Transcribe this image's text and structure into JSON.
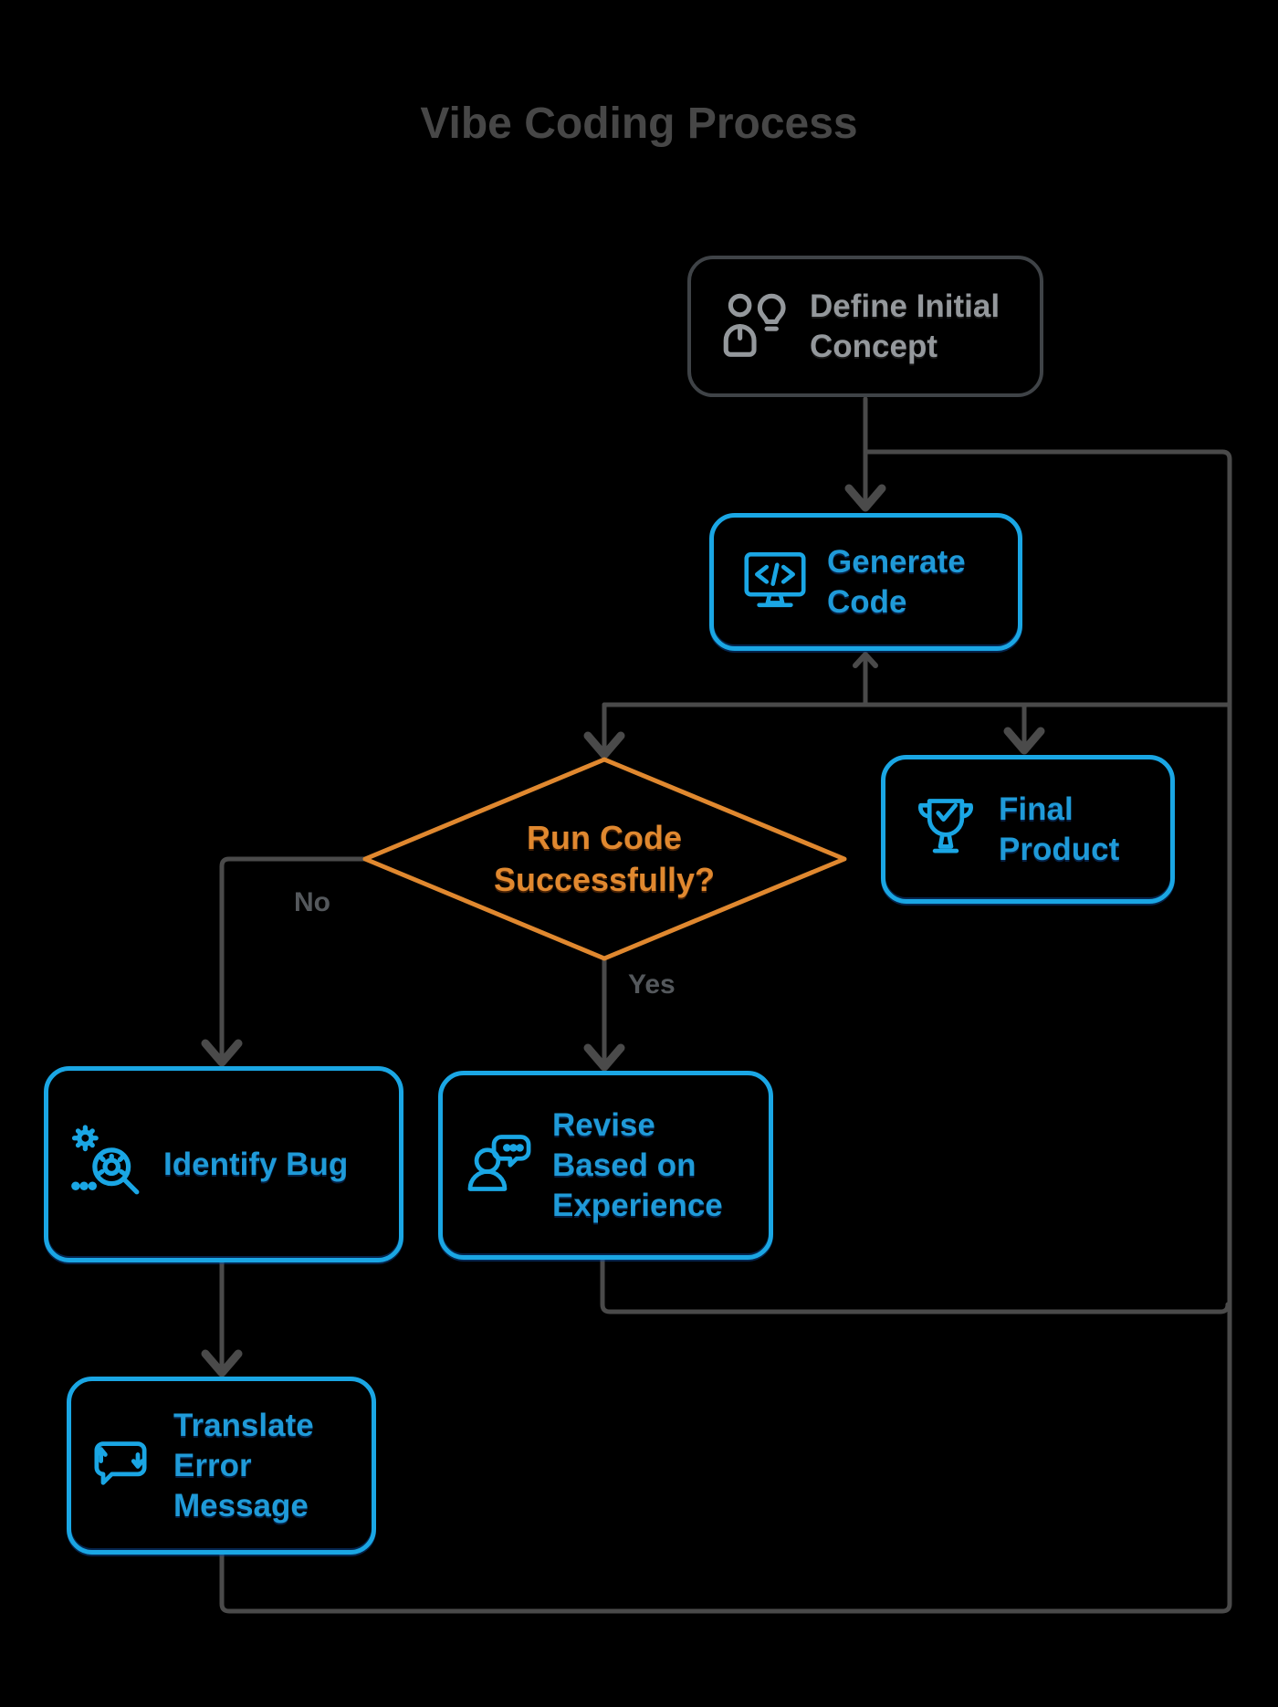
{
  "title": "Vibe Coding Process",
  "nodes": {
    "define": {
      "name": "Define Initial Concept",
      "lines": [
        "Define Initial",
        "Concept"
      ]
    },
    "generate": {
      "name": "Generate Code",
      "lines": [
        "Generate",
        "Code"
      ]
    },
    "decision": {
      "name": "Run Code Successfully?",
      "lines": [
        "Run Code",
        "Successfully?"
      ]
    },
    "final": {
      "name": "Final Product",
      "lines": [
        "Final",
        "Product"
      ]
    },
    "identify": {
      "name": "Identify Bug",
      "lines": [
        "Identify Bug"
      ]
    },
    "revise": {
      "name": "Revise Based on Experience",
      "lines": [
        "Revise",
        "Based on",
        "Experience"
      ]
    },
    "translate": {
      "name": "Translate Error Message",
      "lines": [
        "Translate",
        "Error",
        "Message"
      ]
    }
  },
  "edge_labels": {
    "no": "No",
    "yes": "Yes"
  },
  "icons": {
    "define": "person-lightbulb-icon",
    "generate": "code-monitor-icon",
    "final": "trophy-check-icon",
    "identify": "bug-magnifier-icon",
    "revise": "person-chat-icon",
    "translate": "translate-bubble-icon"
  },
  "colors": {
    "background": "#000000",
    "connector_gray": "#4a4a4a",
    "neutral_text": "#94989c",
    "neutral_border": "#3f4347",
    "accent_blue_border": "#1aa6e4",
    "accent_blue_text": "#1f9ad8",
    "accent_orange": "#e0882f",
    "title_gray": "#474747",
    "edge_label_gray": "#54585c"
  }
}
